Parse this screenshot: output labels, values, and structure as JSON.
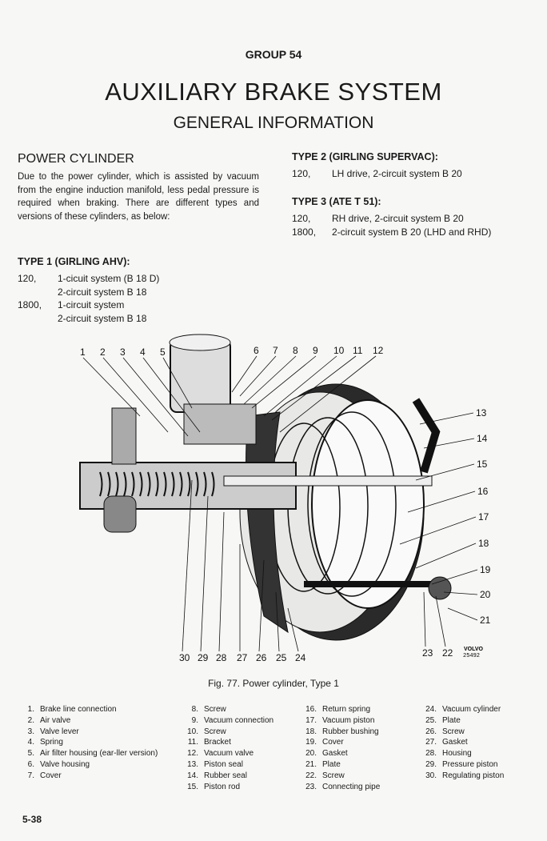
{
  "header": {
    "group": "GROUP 54",
    "title": "AUXILIARY BRAKE SYSTEM",
    "subtitle": "GENERAL INFORMATION"
  },
  "power_cylinder": {
    "heading": "POWER CYLINDER",
    "body": "Due to the power cylinder, which is assisted by vacuum from the engine induction manifold, less pedal pressure is required when braking. There are different types and versions of these cylinders, as below:"
  },
  "types": [
    {
      "heading": "TYPE 1 (GIRLING AHV):",
      "rows": [
        {
          "model": "120,",
          "desc": "1-cicuit system (B 18 D)"
        },
        {
          "model": "",
          "desc": "2-circuit system B 18"
        },
        {
          "model": "1800,",
          "desc": "1-circuit system"
        },
        {
          "model": "",
          "desc": "2-circuit system B 18"
        }
      ]
    },
    {
      "heading": "TYPE 2 (GIRLING SUPERVAC):",
      "rows": [
        {
          "model": "120,",
          "desc": "LH drive, 2-circuit system B 20"
        }
      ]
    },
    {
      "heading": "TYPE 3 (ATE T 51):",
      "rows": [
        {
          "model": "120,",
          "desc": "RH drive, 2-circuit system B 20"
        },
        {
          "model": "1800,",
          "desc": "2-circuit system B 20 (LHD and RHD)"
        }
      ]
    }
  ],
  "figure": {
    "callouts": [
      "1",
      "2",
      "3",
      "4",
      "5",
      "6",
      "7",
      "8",
      "9",
      "10",
      "11",
      "12",
      "13",
      "14",
      "15",
      "16",
      "17",
      "18",
      "19",
      "20",
      "21",
      "22",
      "23",
      "24",
      "25",
      "26",
      "27",
      "28",
      "29",
      "30"
    ],
    "stamp": [
      "VOLVO",
      "25492"
    ],
    "caption": "Fig. 77. Power cylinder, Type 1"
  },
  "legend": [
    [
      "1.",
      "Brake line connection"
    ],
    [
      "2.",
      "Air valve"
    ],
    [
      "3.",
      "Valve lever"
    ],
    [
      "4.",
      "Spring"
    ],
    [
      "5.",
      "Air filter housing (ear-ller version)"
    ],
    [
      "6.",
      "Valve housing"
    ],
    [
      "7.",
      "Cover"
    ],
    [
      "8.",
      "Screw"
    ],
    [
      "9.",
      "Vacuum connection"
    ],
    [
      "10.",
      "Screw"
    ],
    [
      "11.",
      "Bracket"
    ],
    [
      "12.",
      "Vacuum valve"
    ],
    [
      "13.",
      "Piston seal"
    ],
    [
      "14.",
      "Rubber seal"
    ],
    [
      "15.",
      "Piston rod"
    ],
    [
      "16.",
      "Return spring"
    ],
    [
      "17.",
      "Vacuum piston"
    ],
    [
      "18.",
      "Rubber bushing"
    ],
    [
      "19.",
      "Cover"
    ],
    [
      "20.",
      "Gasket"
    ],
    [
      "21.",
      "Plate"
    ],
    [
      "22.",
      "Screw"
    ],
    [
      "23.",
      "Connecting pipe"
    ],
    [
      "24.",
      "Vacuum cylinder"
    ],
    [
      "25.",
      "Plate"
    ],
    [
      "26.",
      "Screw"
    ],
    [
      "27.",
      "Gasket"
    ],
    [
      "28.",
      "Housing"
    ],
    [
      "29.",
      "Pressure piston"
    ],
    [
      "30.",
      "Regulating piston"
    ]
  ],
  "footer": {
    "page": "5-38"
  }
}
